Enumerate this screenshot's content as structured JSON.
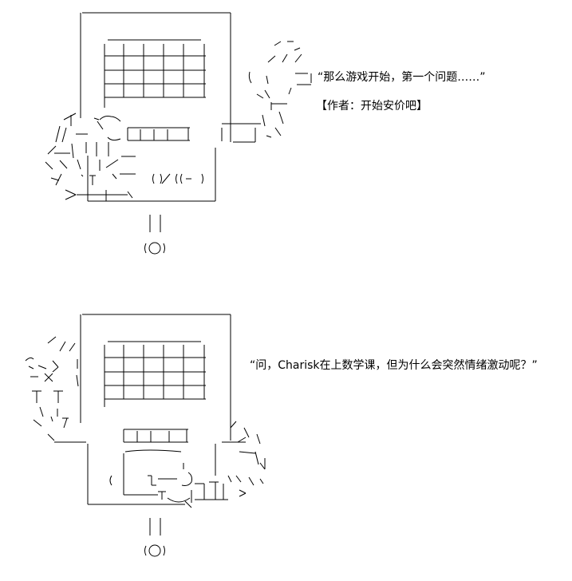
{
  "panel1": {
    "speech": "“那么游戏开始，第一个问题……”",
    "author": "【作者：开始安价吧】"
  },
  "panel2": {
    "speech": "“问，Charisk在上数学课，但为什么会突然情绪激动呢？”"
  },
  "colors": {
    "ink": "#000000",
    "background": "#ffffff"
  }
}
